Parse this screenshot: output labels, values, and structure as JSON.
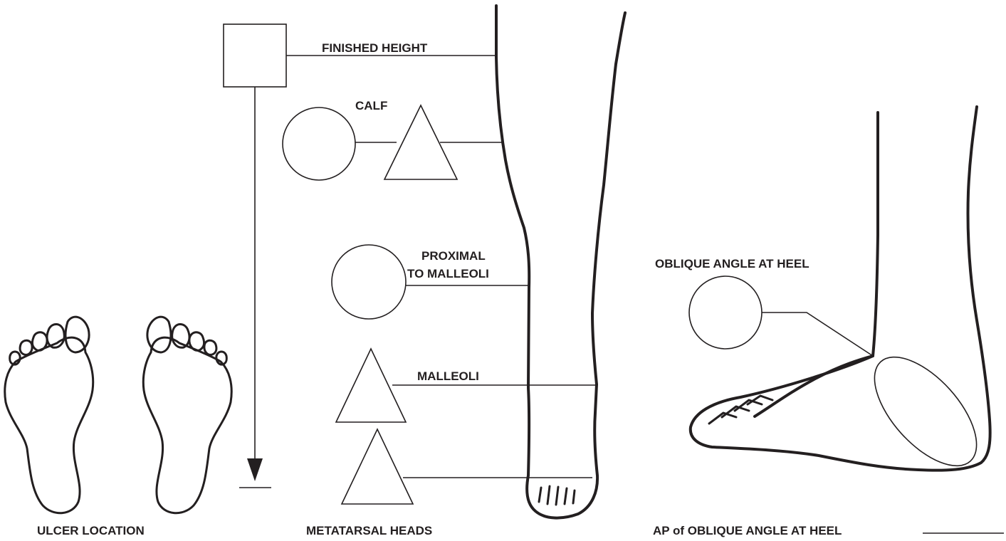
{
  "labels": {
    "finished_height": "FINISHED HEIGHT",
    "calf": "CALF",
    "proximal_line1": "PROXIMAL",
    "proximal_line2": "TO MALLEOLI",
    "malleoli": "MALLEOLI",
    "metatarsal_heads": "METATARSAL HEADS",
    "ulcer_location": "ULCER LOCATION",
    "oblique_angle_at_heel": "OBLIQUE ANGLE AT HEEL",
    "ap_oblique_angle_at_heel": "AP of OBLIQUE ANGLE AT HEEL"
  },
  "colors": {
    "ink": "#231f20",
    "background": "#ffffff"
  }
}
